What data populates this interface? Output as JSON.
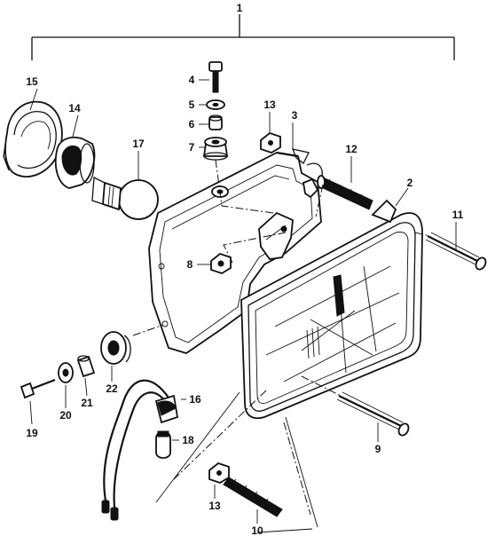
{
  "callouts": [
    {
      "id": "c1",
      "label": "1"
    },
    {
      "id": "c2",
      "label": "2"
    },
    {
      "id": "c3",
      "label": "3"
    },
    {
      "id": "c4",
      "label": "4"
    },
    {
      "id": "c5",
      "label": "5"
    },
    {
      "id": "c6",
      "label": "6"
    },
    {
      "id": "c7",
      "label": "7"
    },
    {
      "id": "c8",
      "label": "8"
    },
    {
      "id": "c9",
      "label": "9"
    },
    {
      "id": "c10",
      "label": "10"
    },
    {
      "id": "c11",
      "label": "11"
    },
    {
      "id": "c12",
      "label": "12"
    },
    {
      "id": "c13a",
      "label": "13"
    },
    {
      "id": "c13b",
      "label": "13"
    },
    {
      "id": "c14",
      "label": "14"
    },
    {
      "id": "c15",
      "label": "15"
    },
    {
      "id": "c16",
      "label": "16"
    },
    {
      "id": "c17",
      "label": "17"
    },
    {
      "id": "c18",
      "label": "18"
    },
    {
      "id": "c19",
      "label": "19"
    },
    {
      "id": "c20",
      "label": "20"
    },
    {
      "id": "c21",
      "label": "21"
    },
    {
      "id": "c22",
      "label": "22"
    }
  ]
}
